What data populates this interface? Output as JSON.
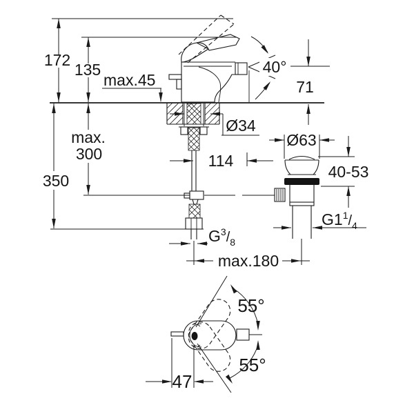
{
  "colors": {
    "line": "#1a1a1a",
    "background": "#ffffff"
  },
  "elevation": {
    "dims": {
      "height_total": "172",
      "height_spout": "135",
      "deck_max": "max.45",
      "swivel": "40°",
      "outlet_height": "71",
      "hole_dia": "Ø34",
      "hose_max_1": "max.",
      "hose_max_2": "300",
      "hose_len": "350",
      "rod_offset": "114",
      "waste_flange": "Ø63",
      "clamp_range": "40-53",
      "waste_dist": "max.180",
      "waste_thread": {
        "prefix": "G1",
        "num": "1",
        "slash": "/",
        "den": "4"
      },
      "supply_thread": {
        "prefix": "G",
        "num": "3",
        "slash": "/",
        "den": "8"
      }
    }
  },
  "plan": {
    "dims": {
      "swing_up": "55°",
      "swing_down": "55°",
      "rod_back": "47"
    }
  }
}
